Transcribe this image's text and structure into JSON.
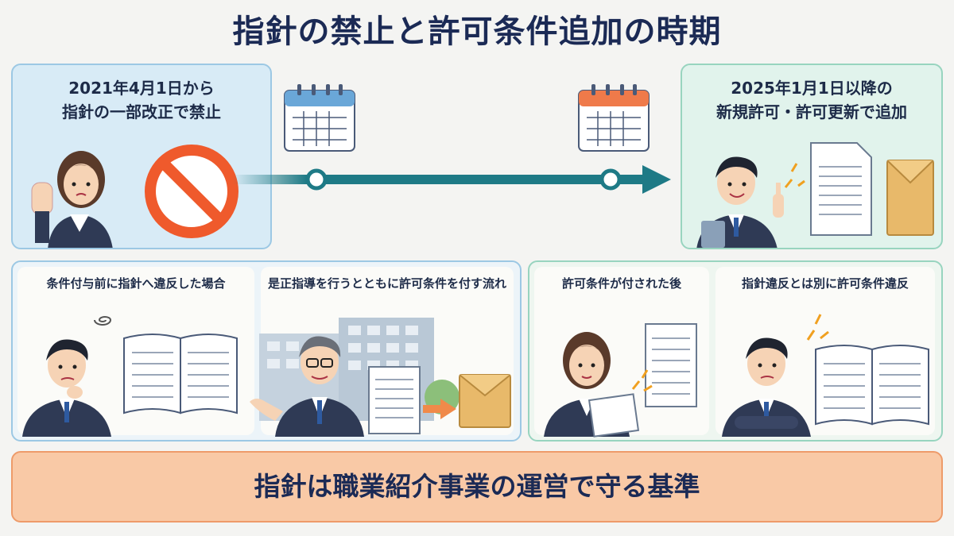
{
  "title": "指針の禁止と許可条件追加の時期",
  "left_panel": {
    "line1": "2021年4月1日から",
    "line2": "指針の一部改正で禁止",
    "prohibition_icon": "no-entry-sign-icon"
  },
  "right_panel": {
    "line1": "2025年1月1日以降の",
    "line2": "新規許可・許可更新で追加"
  },
  "bottom_left": {
    "label_a": "条件付与前に指針へ違反した場合",
    "label_b": "是正指導を行うとともに許可条件を付す流れ"
  },
  "bottom_right": {
    "label_a": "許可条件が付された後",
    "label_b": "指針違反とは別に許可条件違反"
  },
  "footer": "指針は職業紹介事業の運営で守る基準",
  "colors": {
    "title": "#1b2a55",
    "timeline": "#1e7a86",
    "prohibition": "#ef5a2c",
    "footer_bg": "#f9c9a6"
  }
}
